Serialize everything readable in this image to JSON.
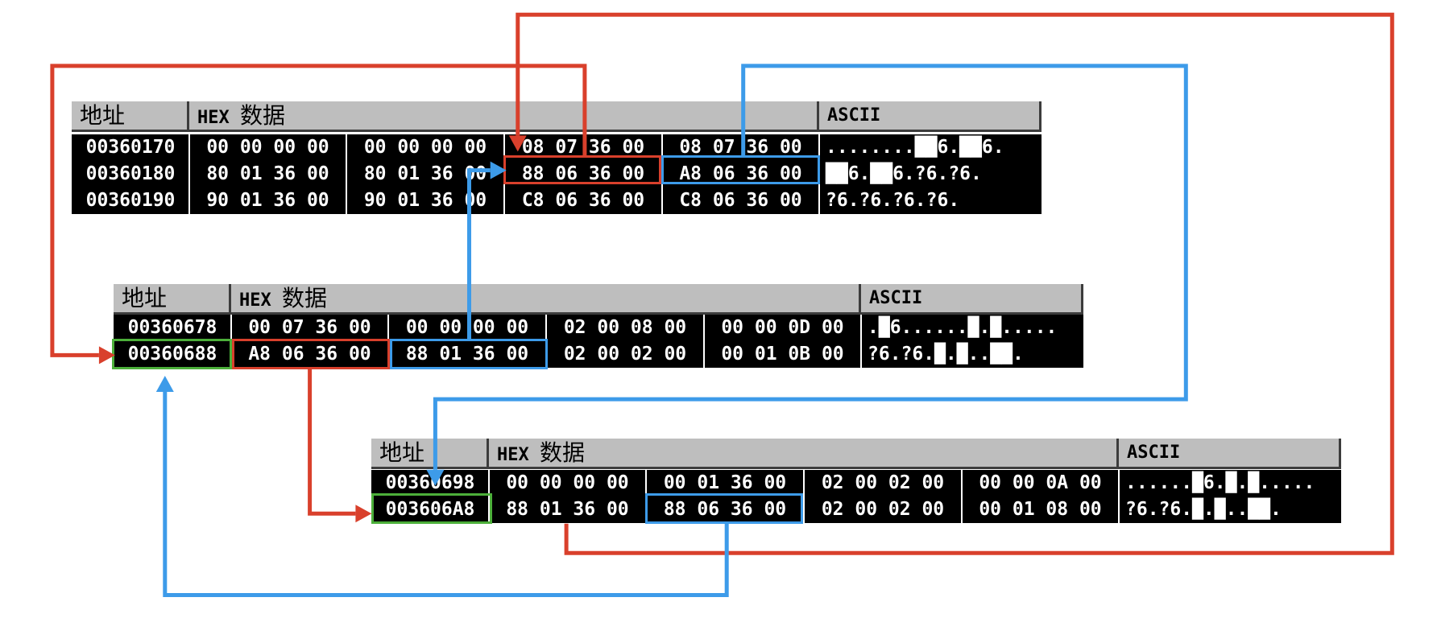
{
  "colors": {
    "red": "#d9402c",
    "blue": "#3d9be9",
    "green": "#4caf3a"
  },
  "headers": {
    "addr": "地址",
    "hex_prefix": "HEX ",
    "hex_cn": "数据",
    "ascii": "ASCII"
  },
  "dumps": [
    {
      "rows": [
        {
          "addr": "00360170",
          "groups": [
            "00 00 00 00",
            "00 00 00 00",
            "08 07 36 00",
            "08 07 36 00"
          ],
          "ascii": "........██6.██6."
        },
        {
          "addr": "00360180",
          "groups": [
            "80 01 36 00",
            "80 01 36 00",
            "88 06 36 00",
            "A8 06 36 00"
          ],
          "ascii": "██6.██6.?6.?6."
        },
        {
          "addr": "00360190",
          "groups": [
            "90 01 36 00",
            "90 01 36 00",
            "C8 06 36 00",
            "C8 06 36 00"
          ],
          "ascii": "?6.?6.?6.?6."
        }
      ]
    },
    {
      "rows": [
        {
          "addr": "00360678",
          "groups": [
            "00 07 36 00",
            "00 00 00 00",
            "02 00 08 00",
            "00 00 0D 00"
          ],
          "ascii": ".█6......█.█....."
        },
        {
          "addr": "00360688",
          "groups": [
            "A8 06 36 00",
            "88 01 36 00",
            "02 00 02 00",
            "00 01 0B 00"
          ],
          "ascii": "?6.?6.█.█..██."
        }
      ]
    },
    {
      "rows": [
        {
          "addr": "00360698",
          "groups": [
            "00 00 00 00",
            "00 01 36 00",
            "02 00 02 00",
            "00 00 0A 00"
          ],
          "ascii": "......█6.█.█....."
        },
        {
          "addr": "003606A8",
          "groups": [
            "88 01 36 00",
            "88 06 36 00",
            "02 00 02 00",
            "00 01 08 00"
          ],
          "ascii": "?6.?6.█.█..██."
        }
      ]
    }
  ]
}
